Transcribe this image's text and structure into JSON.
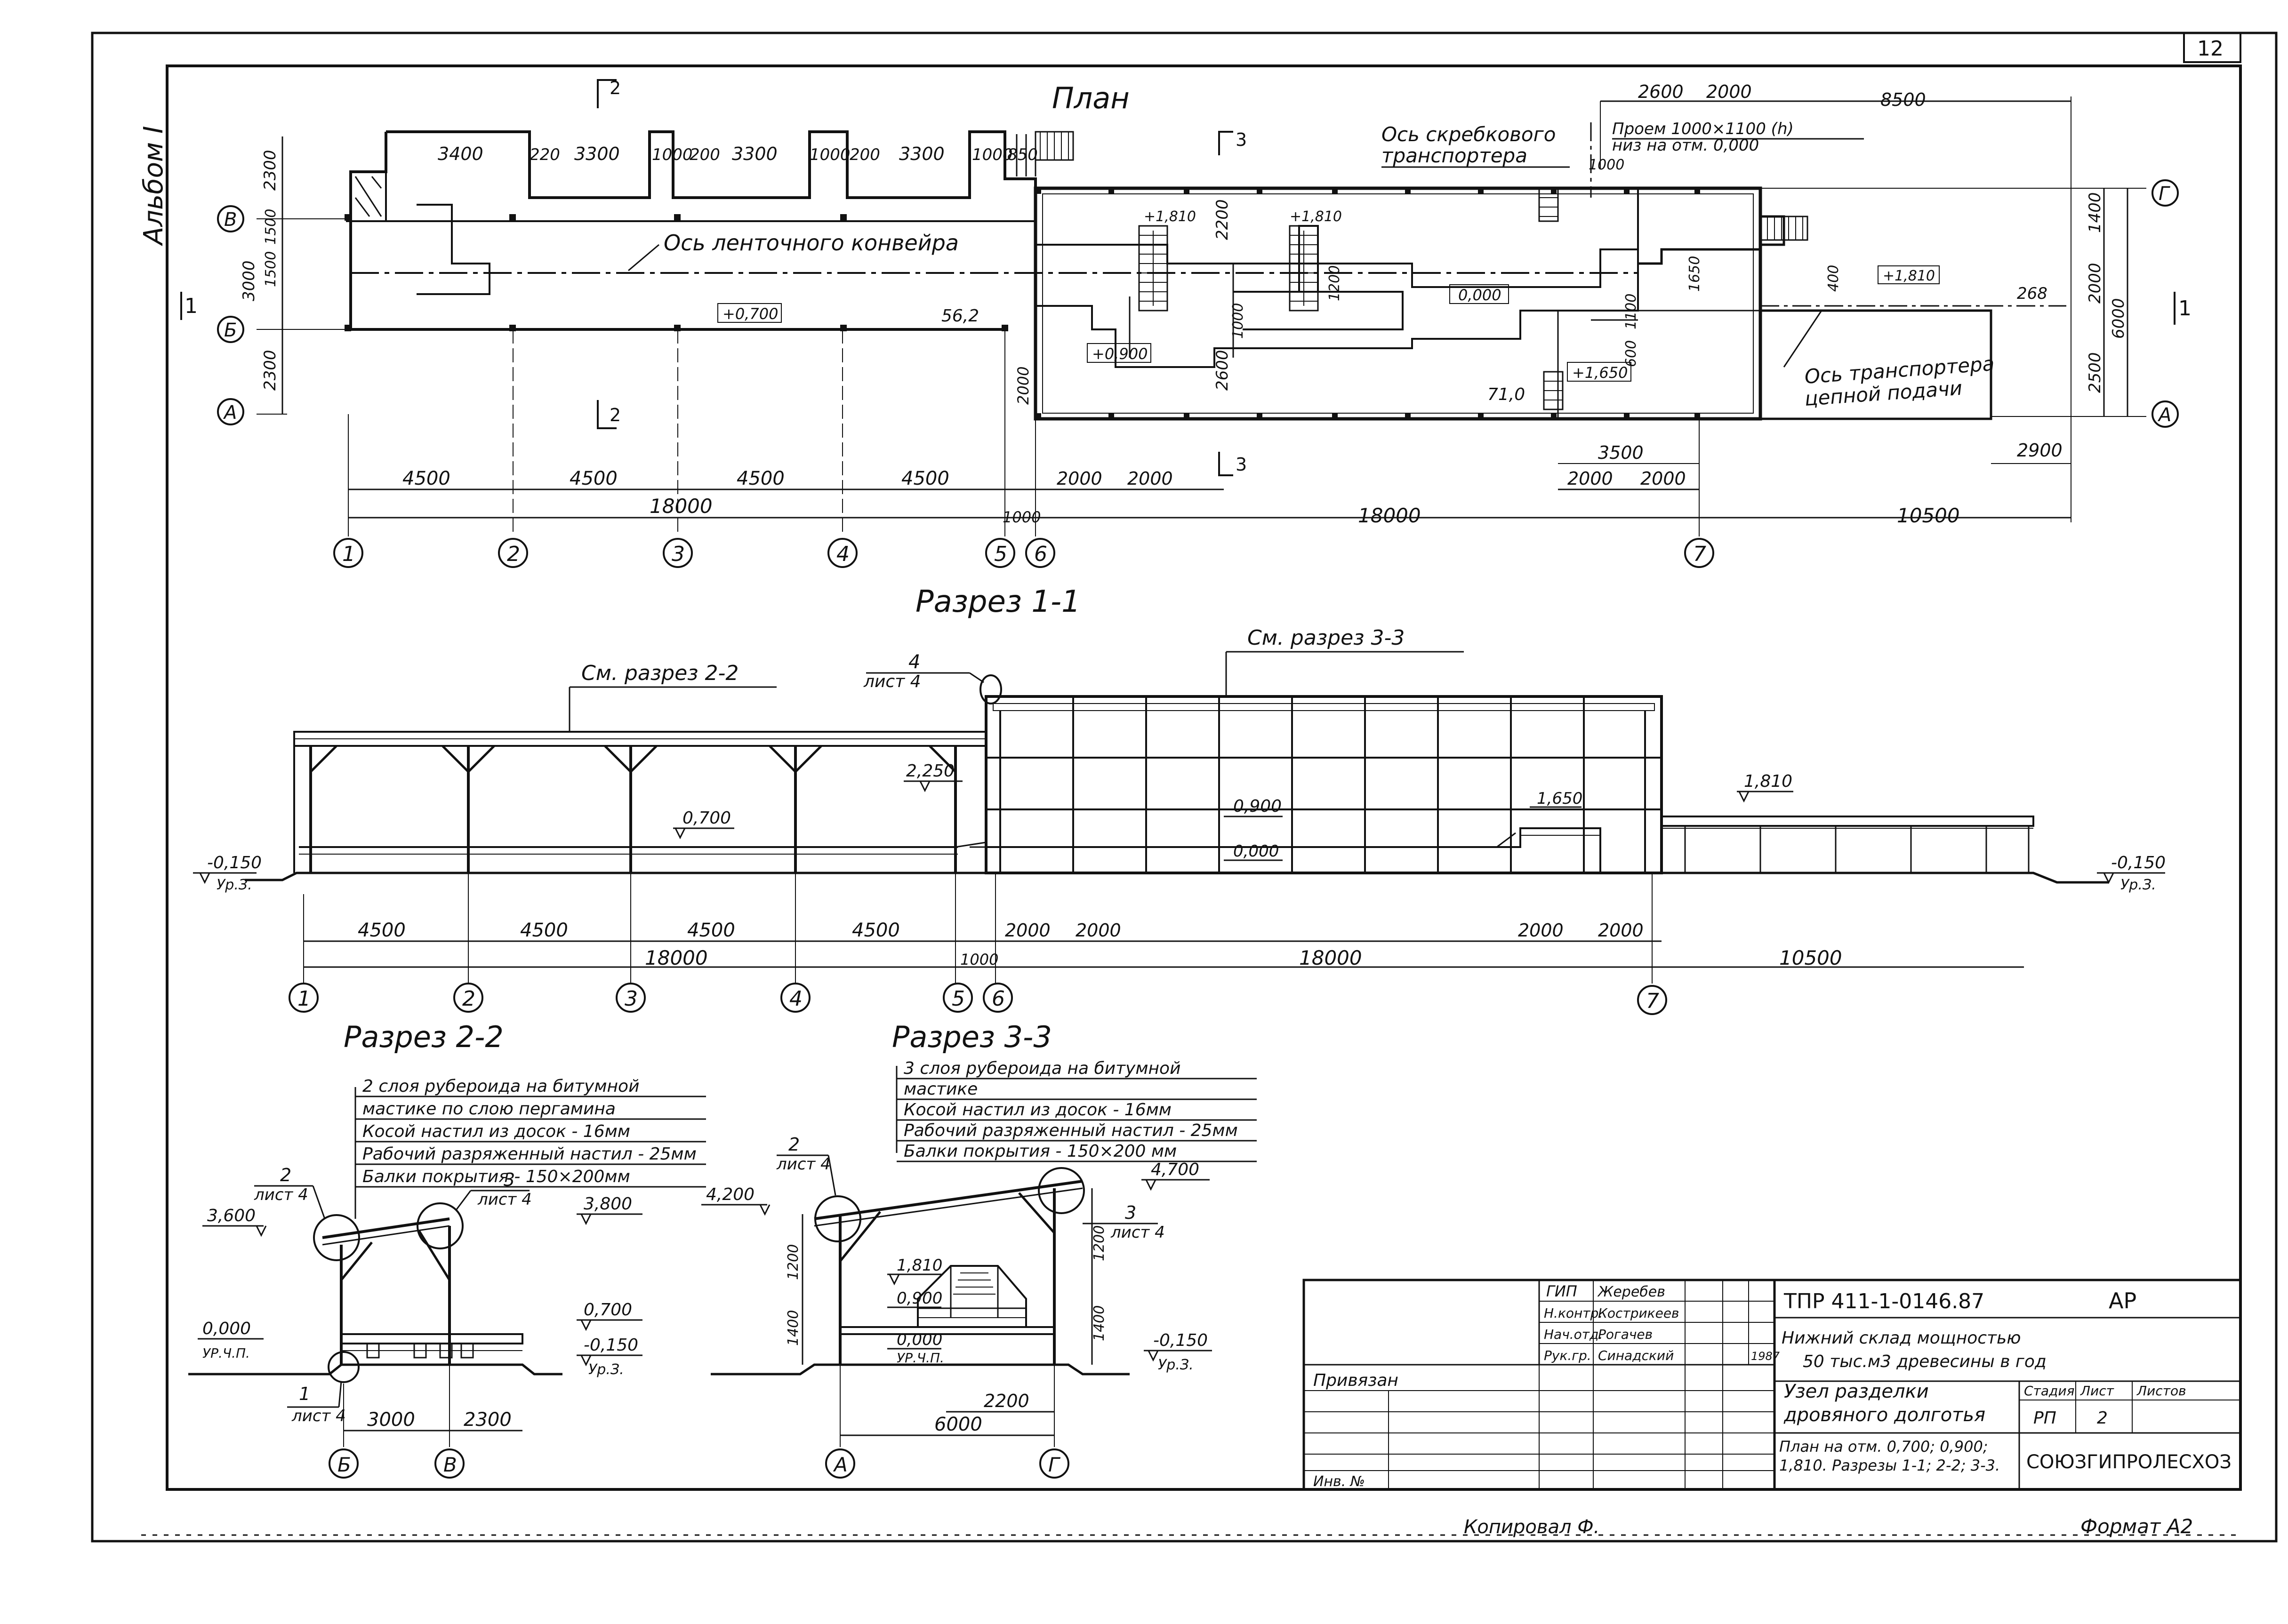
{
  "sheet": {
    "sheet_no": "12",
    "album": "Альбом I",
    "copied_by": "Копировал Ф.",
    "format": "Формат А2"
  },
  "plan": {
    "title": "План",
    "axis_belt_conveyor": "Ось ленточного конвейра",
    "axis_scraper_conveyor_1": "Ось скребкового",
    "axis_scraper_conveyor_2": "транспортера",
    "opening_1": "Проем 1000×1100 (h)",
    "opening_2": "низ на отм. 0,000",
    "axis_chain_feed_1": "Ось транспортера",
    "axis_chain_feed_2": "цепной подачи",
    "levels": [
      "+0,700",
      "+0,900",
      "0,000",
      "+1,650",
      "+1,810",
      "+1,810",
      "+1,810"
    ],
    "rows": [
      "В",
      "Б",
      "А",
      "Г",
      "А"
    ],
    "cols": [
      "1",
      "2",
      "3",
      "4",
      "5",
      "6",
      "7"
    ],
    "spans_bottom": [
      "4500",
      "4500",
      "4500",
      "4500",
      "2000",
      "2000",
      "2000",
      "2000"
    ],
    "totals": [
      "18000",
      "1000",
      "18000",
      "10500"
    ],
    "top_dims": [
      "3400",
      "220",
      "3300",
      "1000",
      "200",
      "3300",
      "1000",
      "200",
      "3300",
      "1000",
      "850"
    ],
    "right_top_dims": [
      "2600",
      "2000",
      "8500"
    ],
    "left_dims": [
      "2300",
      "1500",
      "3000",
      "1500",
      "2300"
    ],
    "right_dims": [
      "1400",
      "2000",
      "2500",
      "6000"
    ],
    "misc_dims": [
      "56,2",
      "71,0",
      "3500",
      "2900",
      "268",
      "400",
      "1000",
      "2200",
      "2600",
      "1200",
      "1000",
      "1650",
      "1100",
      "600"
    ],
    "section_marks": [
      "2",
      "2",
      "3",
      "3",
      "1",
      "1"
    ]
  },
  "section11": {
    "title": "Разрез 1-1",
    "ref_22": "См. разрез 2-2",
    "ref_33": "См. разрез 3-3",
    "callout_num": "4",
    "callout_sheet": "лист 4",
    "levels": [
      "2,250",
      "0,700",
      "0,900",
      "0,000",
      "1,650",
      "1,810",
      "-0,150",
      "-0,150"
    ],
    "ground_label": "Ур.З.",
    "spans": [
      "4500",
      "4500",
      "4500",
      "4500",
      "2000",
      "2000",
      "2000",
      "2000"
    ],
    "totals": [
      "18000",
      "1000",
      "18000",
      "10500"
    ],
    "cols": [
      "1",
      "2",
      "3",
      "4",
      "5",
      "6",
      "7"
    ]
  },
  "section22": {
    "title": "Разрез 2-2",
    "notes": [
      "2 слоя рубероида на битумной",
      "мастике по слою пергамина",
      "Косой настил из досок - 16мм",
      "Рабочий разряженный настил - 25мм",
      "Балки покрытия - 150×200мм"
    ],
    "levels": [
      "3,600",
      "3,800",
      "0,700",
      "0,000",
      "-0,150"
    ],
    "ground_label": "Ур.З.",
    "floor_label": "УР.Ч.П.",
    "callouts": [
      {
        "num": "2",
        "sheet": "лист 4"
      },
      {
        "num": "3",
        "sheet": "лист 4"
      },
      {
        "num": "1",
        "sheet": "лист 4"
      }
    ],
    "dims": [
      "3000",
      "2300"
    ],
    "rows": [
      "Б",
      "В"
    ]
  },
  "section33": {
    "title": "Разрез 3-3",
    "notes": [
      "3 слоя рубероида на битумной",
      "мастике",
      "Косой настил из досок - 16мм",
      "Рабочий разряженный настил - 25мм",
      "Балки покрытия - 150×200 мм"
    ],
    "levels": [
      "4,200",
      "4,700",
      "1,810",
      "0,900",
      "0,000",
      "-0,150"
    ],
    "ground_label": "Ур.З.",
    "floor_label": "УР.Ч.П.",
    "callouts": [
      {
        "num": "2",
        "sheet": "лист 4"
      },
      {
        "num": "3",
        "sheet": "лист 4"
      }
    ],
    "dims": [
      "6000",
      "2200",
      "1400",
      "1200",
      "1400",
      "1200"
    ],
    "rows": [
      "А",
      "Г"
    ]
  },
  "titleblock": {
    "code": "ТПР 411-1-0146.87",
    "stage": "АР",
    "project": "Нижний склад мощностью",
    "project_2": "50 тыс.м3 древесины в год",
    "node_1": "Узел разделки",
    "node_2": "дровяного долготья",
    "sheet_desc_1": "План на отм. 0,700; 0,900;",
    "sheet_desc_2": "1,810. Разрезы 1-1; 2-2; 3-3.",
    "h_stage": "Стадия",
    "h_sheet": "Лист",
    "h_sheets": "Листов",
    "stage_val": "РП",
    "sheet_val": "2",
    "org": "СОЮЗГИПРОЛЕСХОЗ",
    "attached": "Привязан",
    "inv": "Инв. №",
    "people": [
      {
        "role": "ГИП",
        "name": "Жеребев",
        "date": ""
      },
      {
        "role": "Н.контр.",
        "name": "Кострикеев",
        "date": ""
      },
      {
        "role": "Нач.отд.",
        "name": "Рогачев",
        "date": ""
      },
      {
        "role": "Рук.гр.",
        "name": "Синадский",
        "date": "1987"
      }
    ]
  }
}
